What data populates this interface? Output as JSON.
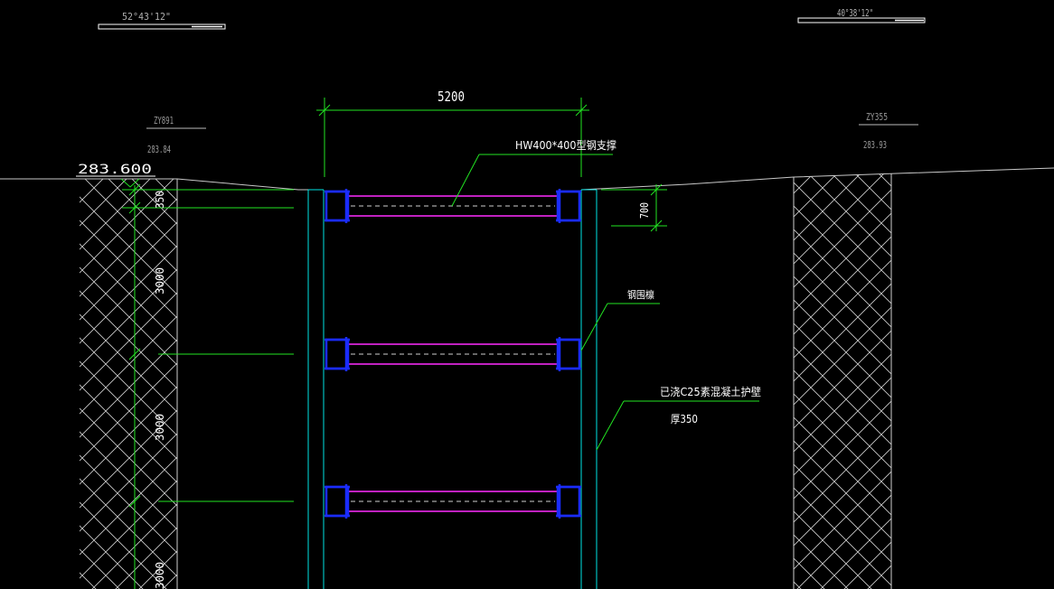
{
  "colors": {
    "background": "#000000",
    "line": "#c8c8c8",
    "green": "#22e322",
    "cyan": "#00e4e4",
    "blue": "#1a2cff",
    "magenta": "#ff2cff",
    "white": "#ffffff",
    "hatch": "#d8d8d8"
  },
  "angles": {
    "left": "52°43'12\"",
    "right": "40°38'12\""
  },
  "boreholes": {
    "left": {
      "id": "ZY891",
      "elev": "283.84"
    },
    "right": {
      "id": "ZY355",
      "elev": "283.93"
    }
  },
  "ground_elevation": "283.600",
  "dimensions": {
    "span": "5200",
    "top_offset": "350",
    "spacing_1": "3000",
    "spacing_2": "3000",
    "spacing_3": "3000",
    "beam_height": "700"
  },
  "labels": {
    "strut": "HW400*400型钢支撑",
    "purlin": "钢围檩",
    "wall": "已浇C25素混凝土护壁",
    "wall_thickness": "厚350"
  },
  "icons": [
    "hatch-soil-left",
    "hatch-soil-right",
    "h-beam-section"
  ]
}
